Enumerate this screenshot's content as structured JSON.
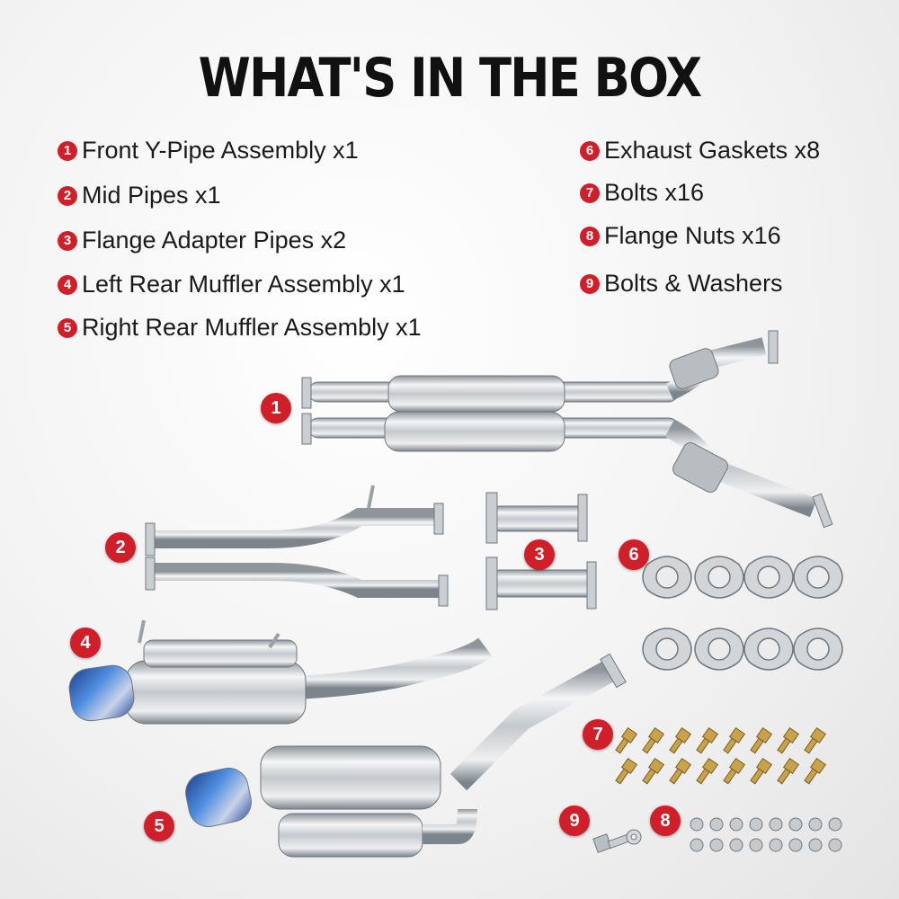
{
  "title": "WHAT'S IN THE BOX",
  "items": [
    {
      "num": "1",
      "label": "Front Y-Pipe Assembly x1"
    },
    {
      "num": "2",
      "label": "Mid Pipes x1"
    },
    {
      "num": "3",
      "label": "Flange Adapter Pipes x2"
    },
    {
      "num": "4",
      "label": "Left Rear Muffler Assembly x1"
    },
    {
      "num": "5",
      "label": "Right Rear Muffler Assembly x1"
    },
    {
      "num": "6",
      "label": "Exhaust Gaskets x8"
    },
    {
      "num": "7",
      "label": "Bolts x16"
    },
    {
      "num": "8",
      "label": "Flange Nuts x16"
    },
    {
      "num": "9",
      "label": "Bolts & Washers"
    }
  ],
  "colors": {
    "accent": "#d11f2a",
    "steel": "#c9ced3",
    "burnt_tip": "#3a6fc4"
  }
}
